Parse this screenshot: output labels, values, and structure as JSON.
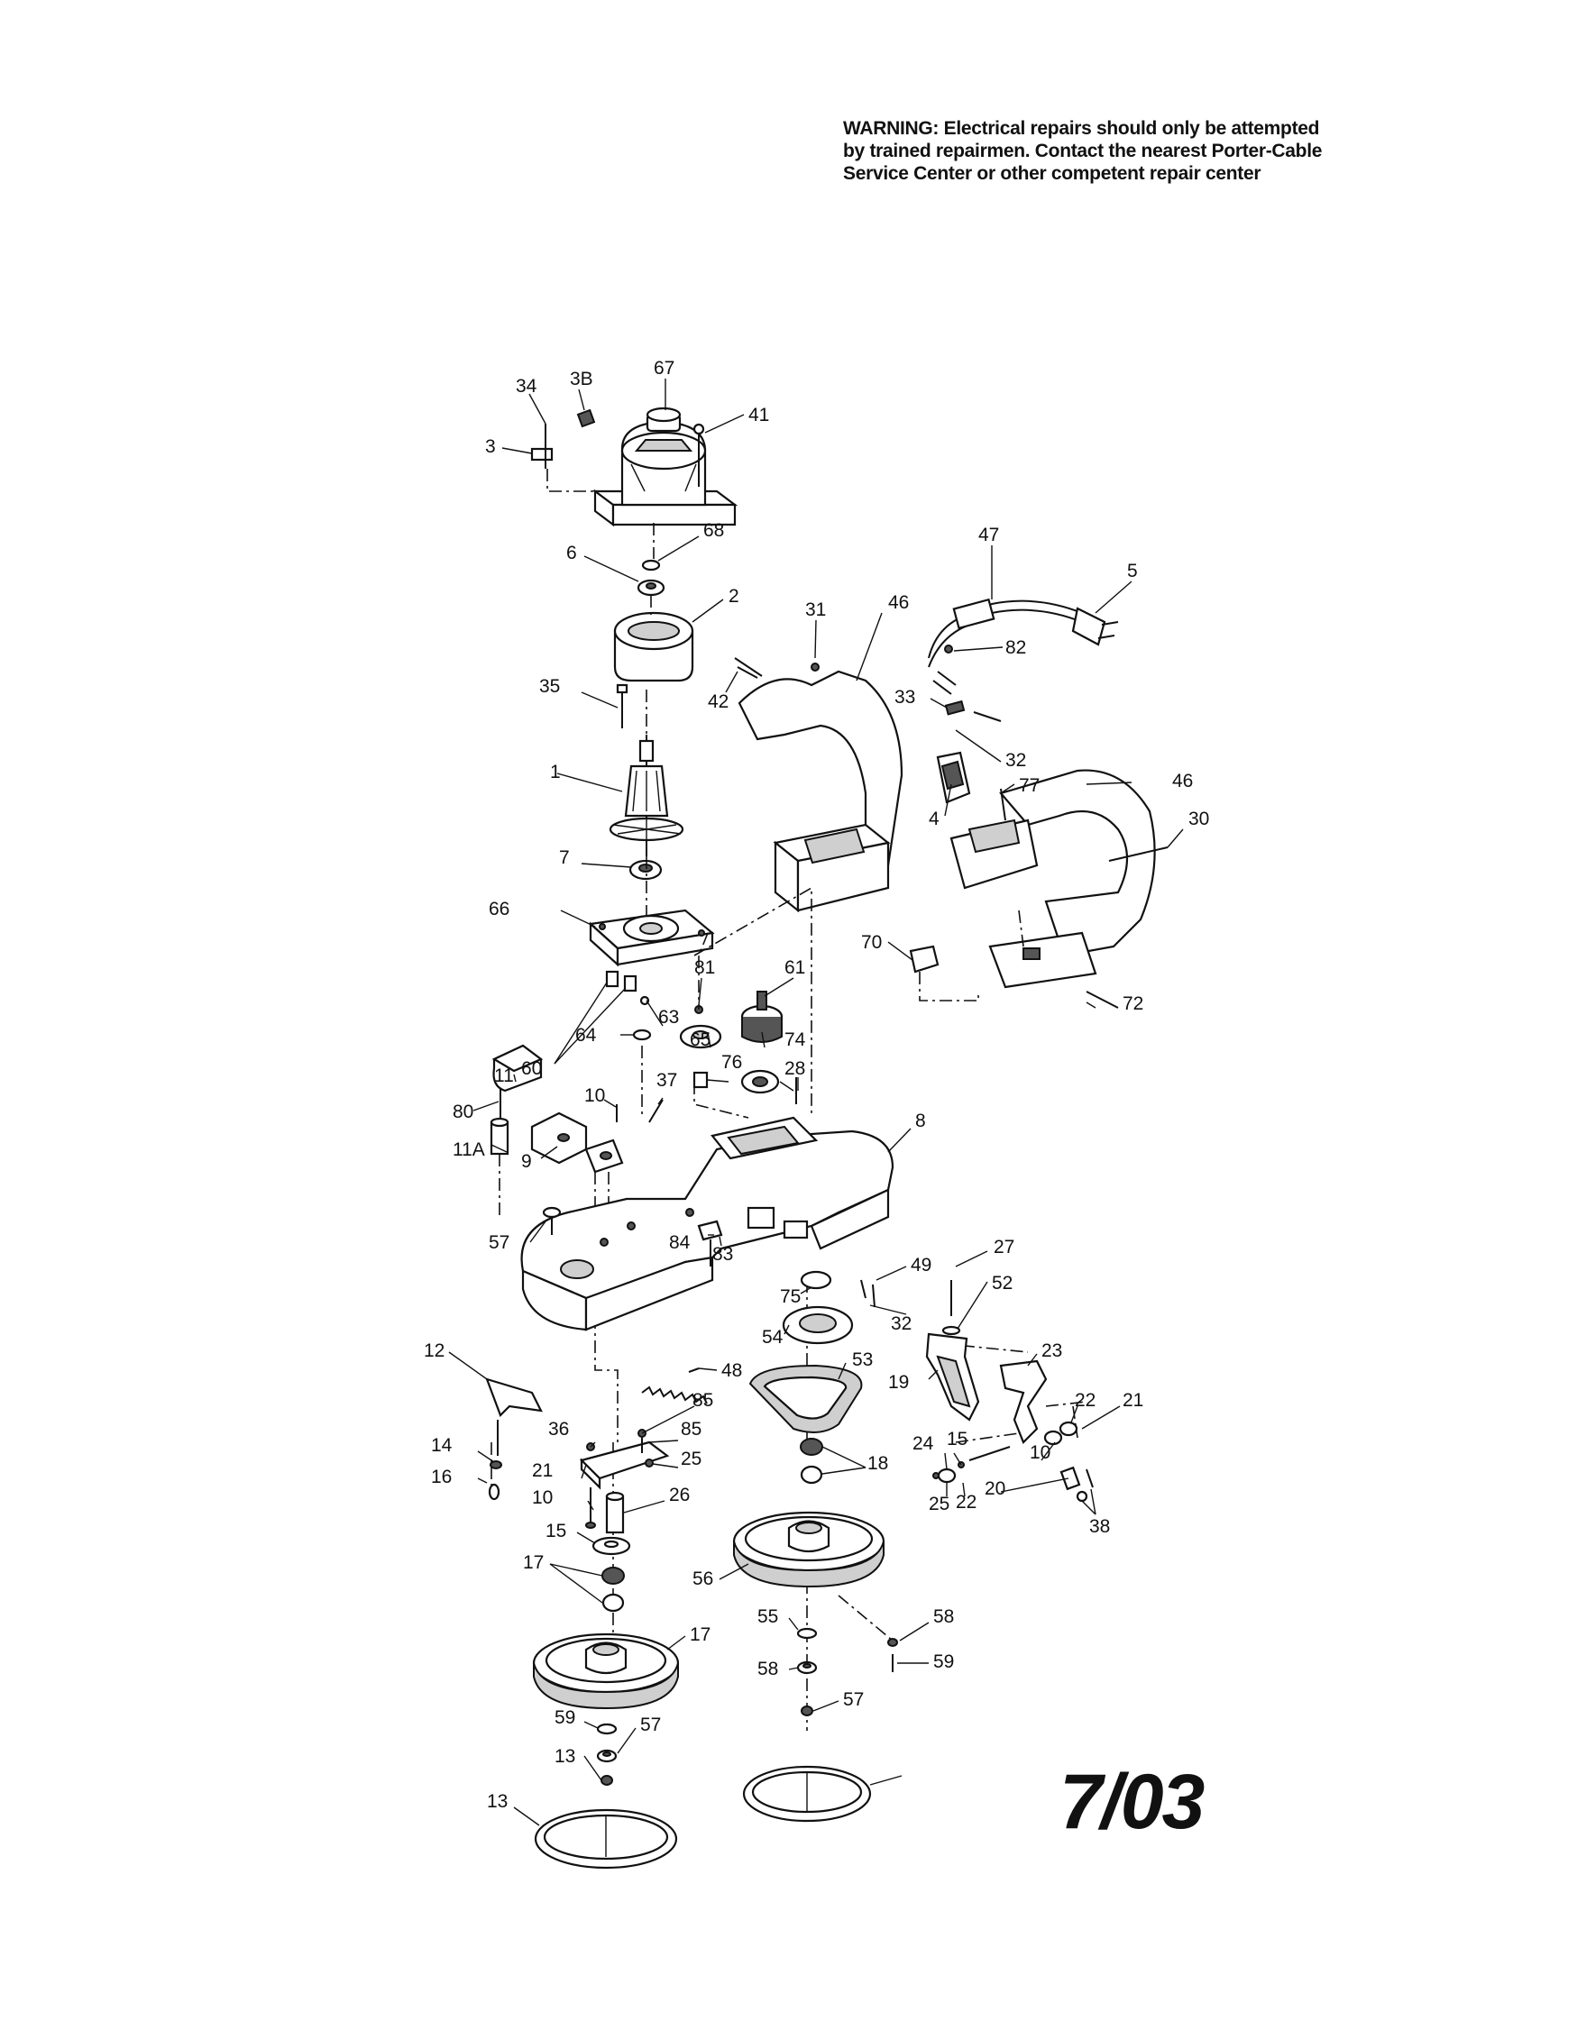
{
  "warning_lines": [
    "WARNING: Electrical repairs should only be attempted",
    "by trained repairmen. Contact the nearest Porter-Cable",
    "Service Center or other competent repair center"
  ],
  "date_code": "7/03",
  "part_labels": [
    "34",
    "3B",
    "67",
    "41",
    "3",
    "68",
    "6",
    "2",
    "47",
    "5",
    "31",
    "46",
    "82",
    "35",
    "42",
    "33",
    "32",
    "1",
    "77",
    "46",
    "30",
    "4",
    "7",
    "66",
    "70",
    "81",
    "61",
    "63",
    "65",
    "74",
    "60",
    "72",
    "64",
    "76",
    "28",
    "11",
    "37",
    "10",
    "80",
    "8",
    "11A",
    "9",
    "57",
    "84",
    "83",
    "27",
    "75",
    "49",
    "52",
    "32",
    "54",
    "23",
    "12",
    "48",
    "53",
    "19",
    "85",
    "22",
    "21",
    "14",
    "36",
    "85",
    "25",
    "24",
    "15",
    "18",
    "21",
    "10",
    "16",
    "26",
    "25",
    "22",
    "20",
    "38",
    "15",
    "17",
    "17",
    "56",
    "58",
    "55",
    "59",
    "58",
    "59",
    "57",
    "57",
    "13",
    "13"
  ]
}
